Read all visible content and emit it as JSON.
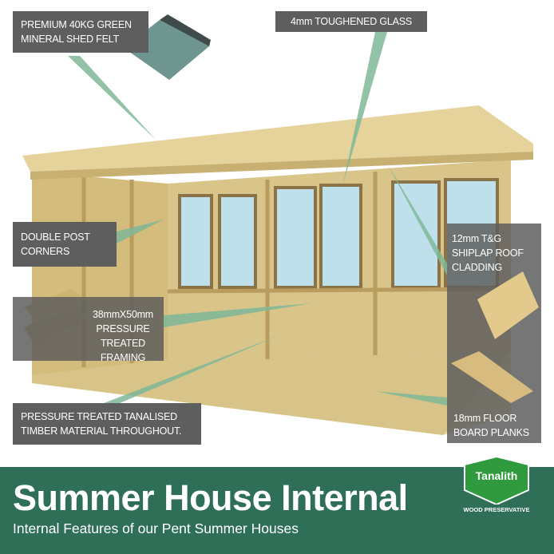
{
  "labels": {
    "felt": [
      "PREMIUM 40KG GREEN",
      "MINERAL SHED FELT"
    ],
    "glass": [
      "4mm TOUGHENED GLASS"
    ],
    "posts": [
      "DOUBLE POST",
      "CORNERS"
    ],
    "framing": [
      "38mmX50mm",
      "PRESSURE",
      "TREATED FRAMING"
    ],
    "timber": [
      "PRESSURE TREATED TANALISED",
      "TIMBER MATERIAL THROUGHOUT."
    ],
    "cladding": [
      "12mm T&G",
      "SHIPLAP ROOF",
      "CLADDING"
    ],
    "floor": [
      "18mm FLOOR",
      "BOARD PLANKS"
    ]
  },
  "banner": {
    "title": "Summer House Internal",
    "subtitle": "Internal Features of our Pent Summer Houses",
    "badge": "Tanalith",
    "badge_sub": "WOOD PRESERVATIVE"
  },
  "colors": {
    "banner": "#2f6f58",
    "label_bg": "#5e5e5e",
    "pointer": "#7fb898",
    "wood": "#d9c48a"
  }
}
